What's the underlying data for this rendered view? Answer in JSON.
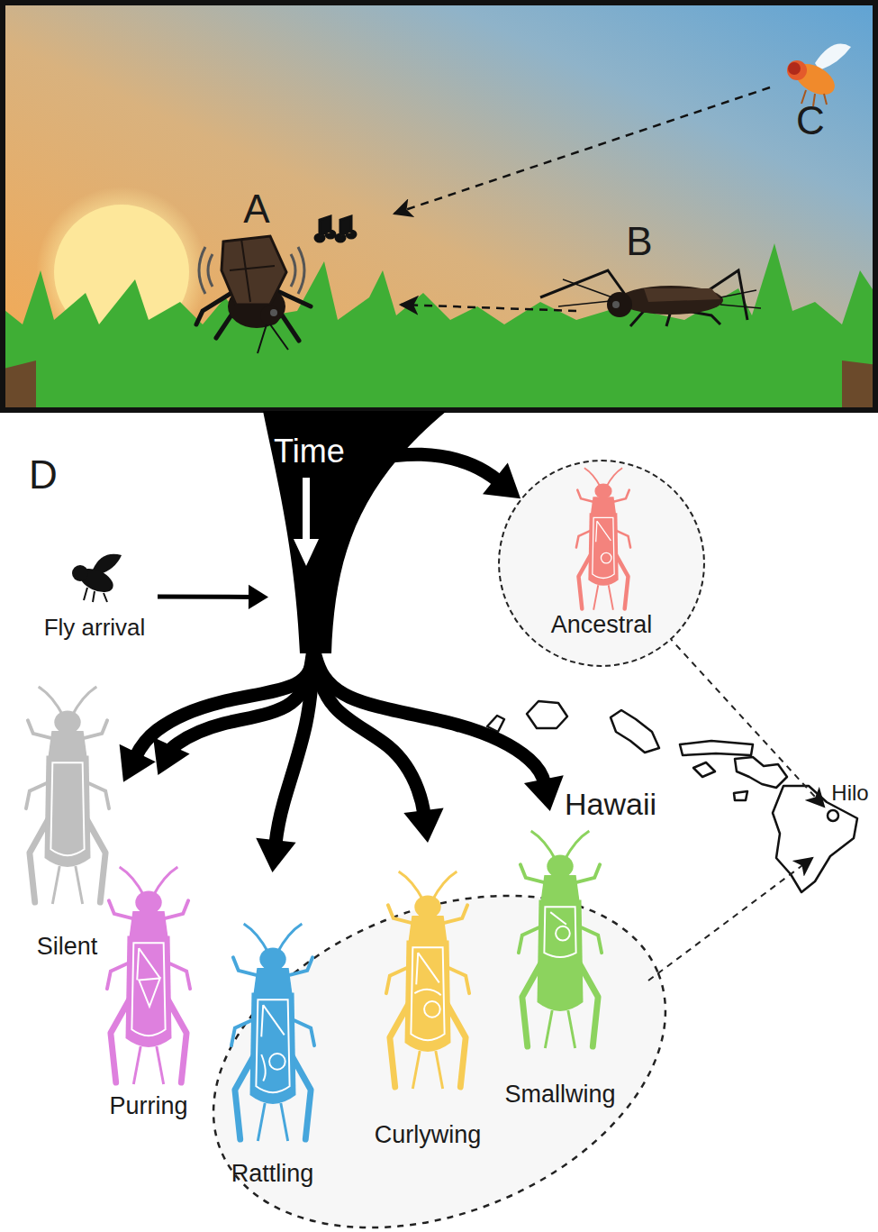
{
  "diagram": {
    "nodes": [
      {
        "text": [
          "Time"
        ]
      },
      {
        "text": [
          "Fly arrival"
        ]
      },
      {
        "text": [
          "Ancestral"
        ]
      },
      {
        "text": [
          "Silent"
        ]
      },
      {
        "text": [
          "Purring"
        ]
      },
      {
        "text": [
          "Rattling"
        ]
      },
      {
        "text": [
          "Curlywing"
        ]
      },
      {
        "text": [
          "Smallwing"
        ]
      }
    ],
    "edges": [
      {
        "from": 1,
        "to": 0,
        "arrow": "to"
      },
      {
        "from": 0,
        "to": 2,
        "arrow": "to"
      },
      {
        "from": 0,
        "to": 3,
        "arrow": "to"
      },
      {
        "from": 0,
        "to": 4,
        "arrow": "to"
      },
      {
        "from": 0,
        "to": 5,
        "arrow": "to"
      },
      {
        "from": 0,
        "to": 6,
        "arrow": "to"
      },
      {
        "from": 0,
        "to": 7,
        "arrow": "to"
      }
    ],
    "labels": [
      "A",
      "B",
      "C",
      "D",
      "Hawaii",
      "Hilo"
    ]
  }
}
